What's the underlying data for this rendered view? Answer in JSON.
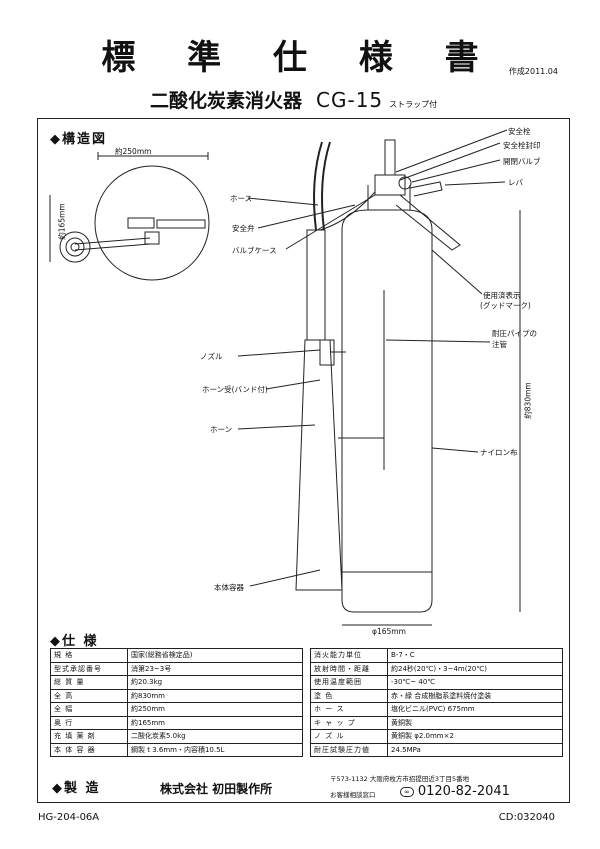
{
  "title": "標 準 仕 様 書",
  "date": "作成2011.04",
  "subtitle": {
    "name": "二酸化炭素消火器",
    "model": "CG-15",
    "option": "ストラップ付"
  },
  "structure_section": "◆構造図",
  "diagram_labels": {
    "safety_pin": "安全栓",
    "safety_seal": "安全栓封印",
    "valve": "開閉バルブ",
    "lever": "レバ",
    "hose": "ホース",
    "safety_valve": "安全弁",
    "valve_case": "バルブケース",
    "use_mark": "使用済表示",
    "use_mark_sub": "(グッドマーク)",
    "siphon": "耐圧パイプの",
    "siphon_sub": "注管",
    "nozzle": "ノズル",
    "horn_holder": "ホーン受(バンド付)",
    "horn": "ホーン",
    "nylon_cover": "ナイロン布",
    "body_container": "本体容器",
    "dim_top_width": "約250mm",
    "dim_top_depth": "約165mm",
    "dim_diameter": "φ165mm",
    "dim_height": "約830mm"
  },
  "spec_section": "◆仕 様",
  "spec_left": [
    {
      "k": "規 格",
      "v": "国家(総務省検定品)"
    },
    {
      "k": "型式承認番号",
      "v": "消第23~3号"
    },
    {
      "k": "総 質 量",
      "v": "約20.3kg"
    },
    {
      "k": "全 高",
      "v": "約830mm"
    },
    {
      "k": "全 幅",
      "v": "約250mm"
    },
    {
      "k": "奥 行",
      "v": "約165mm"
    },
    {
      "k": "充 填 薬 剤",
      "v": "二酸化炭素5.0kg"
    },
    {
      "k": "本 体 容 器",
      "v": "鋼製 t 3.6mm・内容積10.5L"
    }
  ],
  "spec_right": [
    {
      "k": "消火能力単位",
      "v": "B-7・C"
    },
    {
      "k": "放射時間・距離",
      "v": "約24秒(20℃)・3~4m(20℃)"
    },
    {
      "k": "使用温度範囲",
      "v": "-30℃~ 40℃"
    },
    {
      "k": "塗 色",
      "v": "赤・緑 合成樹脂系塗料焼付塗装"
    },
    {
      "k": "ホ ー ス",
      "v": "塩化ビニル(PVC) 675mm"
    },
    {
      "k": "キ ャ ッ プ",
      "v": "黄銅製"
    },
    {
      "k": "ノ ズ ル",
      "v": "黄銅製 φ2.0mm×2"
    },
    {
      "k": "耐圧試験圧力値",
      "v": "24.5MPa"
    }
  ],
  "maker_section": "◆製 造",
  "company": "株式会社 初田製作所",
  "address": "〒573-1132 大阪府枚方市招提田近3丁目5番地",
  "dept": "お客様相談窓口",
  "phone_icon": "フリーダイヤル",
  "phone": "0120-82-2041",
  "doc_no": "HG-204-06A",
  "code": "CD:032040"
}
